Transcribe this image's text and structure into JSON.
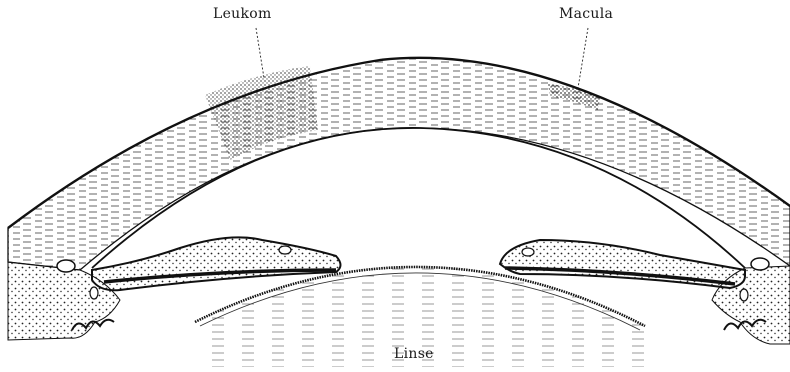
{
  "figure": {
    "labels": {
      "leukom": "Leukom",
      "macula": "Macula",
      "linse": "Linse"
    },
    "colors": {
      "ink": "#1a1a1a",
      "paper": "#ffffff",
      "stipple": "#333333"
    }
  }
}
